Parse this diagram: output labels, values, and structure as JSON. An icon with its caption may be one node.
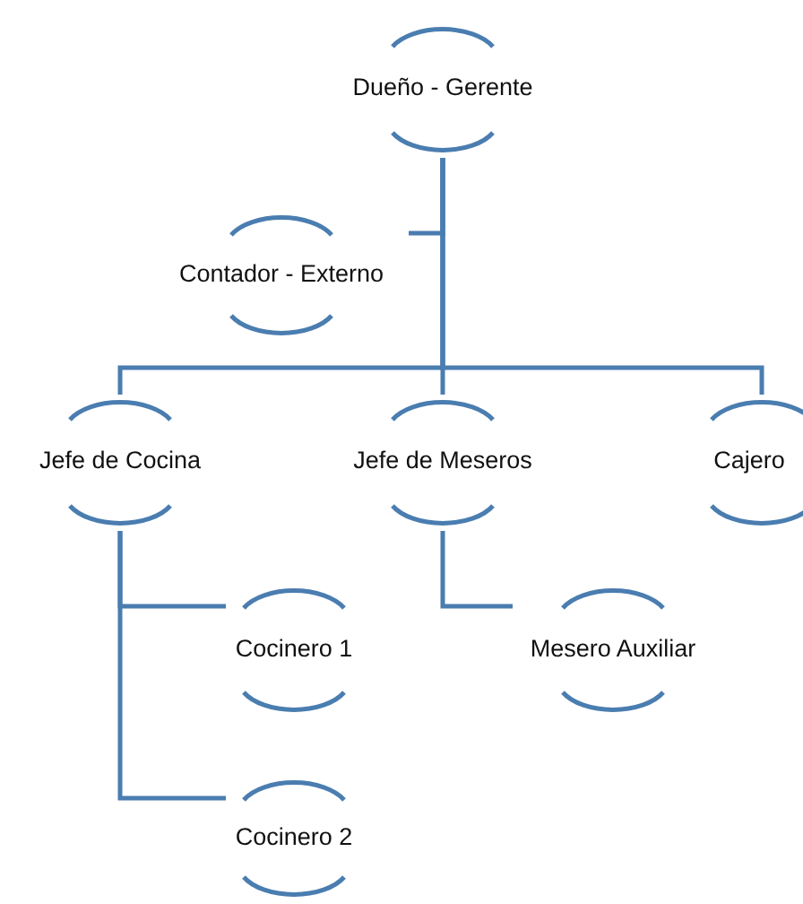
{
  "diagram": {
    "nodes": [
      {
        "text": [
          "Dueño - Gerente"
        ]
      },
      {
        "text": [
          "Contador - Externo"
        ]
      },
      {
        "text": [
          "Jefe de Cocina"
        ]
      },
      {
        "text": [
          "Jefe de Meseros"
        ]
      },
      {
        "text": [
          "Cajero"
        ]
      },
      {
        "text": [
          "Cocinero 1"
        ]
      },
      {
        "text": [
          "Mesero Auxiliar"
        ]
      },
      {
        "text": [
          "Cocinero 2"
        ]
      }
    ],
    "edges": [
      {
        "from": 0,
        "to": 1,
        "arrow": "none"
      },
      {
        "from": 0,
        "to": 2,
        "arrow": "none"
      },
      {
        "from": 0,
        "to": 3,
        "arrow": "none"
      },
      {
        "from": 0,
        "to": 4,
        "arrow": "none"
      },
      {
        "from": 2,
        "to": 5,
        "arrow": "none"
      },
      {
        "from": 2,
        "to": 7,
        "arrow": "none"
      },
      {
        "from": 3,
        "to": 6,
        "arrow": "none"
      }
    ]
  }
}
